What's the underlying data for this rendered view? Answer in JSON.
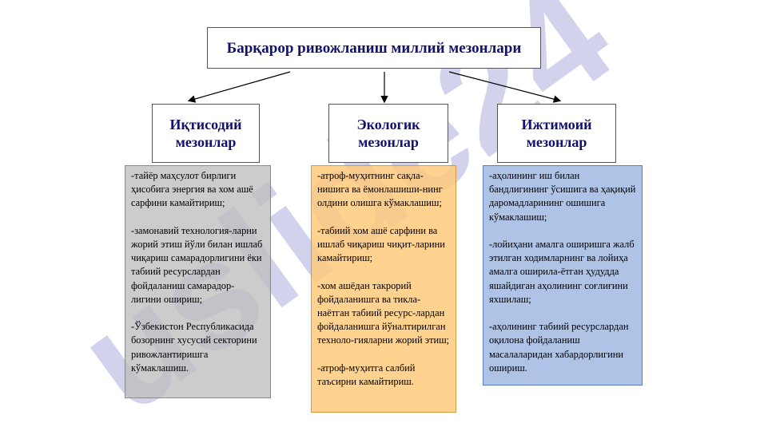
{
  "watermark": "uslide24",
  "title": "Барқарор ривожланиш миллий мезонлари",
  "columns": [
    {
      "heading": "Иқтисодий мезонлар",
      "text": "-тайёр маҳсулот бирлиги ҳисобига энергия ва хом ашё сарфини камайтириш;\n\n-замонавий технология-ларни жорий этиш йўли билан ишлаб чиқариш самарадорлигини ёки табиий ресурслардан фойдаланиш самарадор-лигини ошириш;\n\n-Ўзбекистон Республикасида бозорнинг хусусий секторини ривожлантиришга кўмаклашиш."
    },
    {
      "heading": "Экологик мезонлар",
      "text": "-атроф-муҳитнинг сақла-нишига ва ёмонлашиши-нинг олдини олишга кўмаклашиш;\n\n-табиий хом ашё сарфини ва ишлаб чиқариш чиқит-ларини камайтириш;\n\n-хом ашёдан такрорий фойдаланишга ва тикла-наётган табиий ресурс-лардан фойдаланишга йўналтирилган техноло-гияларни жорий этиш;\n\n-атроф-муҳитга салбий таъсирни камайтириш."
    },
    {
      "heading": "Ижтимоий мезонлар",
      "text": "-аҳолининг иш билан бандлигининг ўсишига ва ҳақиқий даромадларининг ошишига кўмаклашиш;\n\n-лойиҳани амалга оширишга жалб этилган ходимларнинг ва лойиҳа амалга оширила-ётган ҳудудда яшайдиган аҳолининг соғлиғини яхшилаш;\n\n-аҳолининг табиий ресурслардан оқилона фойдаланиш масалаларидан хабардорлигини ошириш."
    }
  ]
}
